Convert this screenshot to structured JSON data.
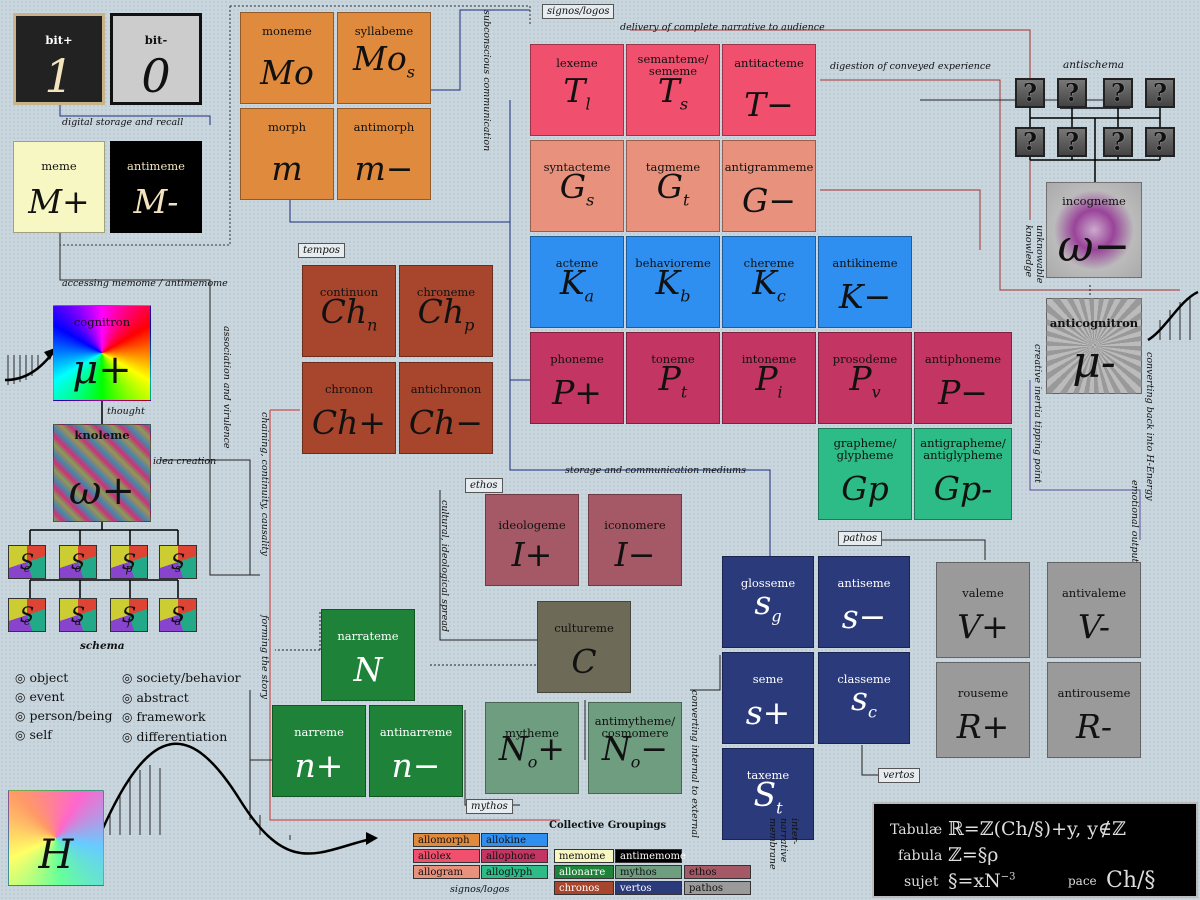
{
  "top": {
    "bit_plus": {
      "label": "bit+",
      "symbol": "1"
    },
    "bit_minus": {
      "label": "bit-",
      "symbol": "0"
    },
    "signos_logos": "signos/logos",
    "delivery": "delivery of complete narrative to audience",
    "digestion": "digestion of conveyed experience",
    "digital_storage": "digital storage and recall",
    "subconscious": "subconscious communication",
    "accessing": "accessing memome / antimemome",
    "association": "association and virulence",
    "chaining": "chaining, continuity, causality",
    "cultural": "cultural, ideological spread",
    "forming": "forming the story",
    "storage_mediums": "storage and communication mediums",
    "idea_creation": "idea creation",
    "thought": "thought",
    "converting_internal": "converting internal to external",
    "inter_narrative": "inter-narrative membrane",
    "unknowable": "unknowable knowledge",
    "creative_inertia": "creative inertia tipping point",
    "emotional_output": "emotional output",
    "converting_back": "converting back into H-Energy"
  },
  "tags": {
    "tempos": "tempos",
    "ethos": "ethos",
    "pathos": "pathos",
    "vertos": "vertos",
    "mythos": "mythos",
    "antischema": "antischema",
    "schema": "schema",
    "signos_logos_bottom": "signos/logos"
  },
  "tiles": {
    "meme": {
      "label": "meme",
      "sym": "M+"
    },
    "antimeme": {
      "label": "antimeme",
      "sym": "M-"
    },
    "moneme": {
      "label": "moneme",
      "sym": "Mo"
    },
    "syllabeme": {
      "label": "syllabeme",
      "sym": "Mo",
      "sub": "s"
    },
    "morph": {
      "label": "morph",
      "sym": "m"
    },
    "antimorph": {
      "label": "antimorph",
      "sym": "m−"
    },
    "lexeme": {
      "label": "lexeme",
      "sym": "T",
      "sub": "l"
    },
    "semanteme": {
      "label": "semanteme/ sememe",
      "sym": "T",
      "sub": "s"
    },
    "antitacteme": {
      "label": "antitacteme",
      "sym": "T−"
    },
    "syntacteme": {
      "label": "syntacteme",
      "sym": "G",
      "sub": "s"
    },
    "tagmeme": {
      "label": "tagmeme",
      "sym": "G",
      "sub": "t"
    },
    "antigrammeme": {
      "label": "antigrammeme",
      "sym": "G−"
    },
    "acteme": {
      "label": "acteme",
      "sym": "K",
      "sub": "a"
    },
    "behavioreme": {
      "label": "behavioreme",
      "sym": "K",
      "sub": "b"
    },
    "chereme": {
      "label": "chereme",
      "sym": "K",
      "sub": "c"
    },
    "antikineme": {
      "label": "antikineme",
      "sym": "K−"
    },
    "phoneme": {
      "label": "phoneme",
      "sym": "P+"
    },
    "toneme": {
      "label": "toneme",
      "sym": "P",
      "sub": "t"
    },
    "intoneme": {
      "label": "intoneme",
      "sym": "P",
      "sub": "i"
    },
    "prosodeme": {
      "label": "prosodeme",
      "sym": "P",
      "sub": "v"
    },
    "antiphoneme": {
      "label": "antiphoneme",
      "sym": "P−"
    },
    "grapheme": {
      "label": "grapheme/ glypheme",
      "sym": "Gp"
    },
    "antigrapheme": {
      "label": "antigrapheme/ antiglypheme",
      "sym": "Gp-"
    },
    "continuon": {
      "label": "continuon",
      "sym": "Ch",
      "sub": "n"
    },
    "chroneme": {
      "label": "chroneme",
      "sym": "Ch",
      "sub": "p"
    },
    "chronon": {
      "label": "chronon",
      "sym": "Ch+"
    },
    "antichronon": {
      "label": "antichronon",
      "sym": "Ch−"
    },
    "ideologeme": {
      "label": "ideologeme",
      "sym": "I+"
    },
    "iconomere": {
      "label": "iconomere",
      "sym": "I−"
    },
    "cultureme": {
      "label": "cultureme",
      "sym": "C"
    },
    "narrateme": {
      "label": "narrateme",
      "sym": "N"
    },
    "narreme": {
      "label": "narreme",
      "sym": "n+"
    },
    "antinarreme": {
      "label": "antinarreme",
      "sym": "n−"
    },
    "mytheme": {
      "label": "mytheme",
      "sym": "N",
      "sub": "o",
      "suffix": "+"
    },
    "antimytheme": {
      "label": "antimytheme/ cosmomere",
      "sym": "N",
      "sub": "o",
      "suffix": "−"
    },
    "glosseme": {
      "label": "glosseme",
      "sym": "s",
      "sub": "g"
    },
    "antiseme": {
      "label": "antiseme",
      "sym": "s−"
    },
    "seme": {
      "label": "seme",
      "sym": "s+"
    },
    "classeme": {
      "label": "classeme",
      "sym": "s",
      "sub": "c"
    },
    "taxeme": {
      "label": "taxeme",
      "sym": "S",
      "sub": "t"
    },
    "valeme": {
      "label": "valeme",
      "sym": "V+"
    },
    "antivaleme": {
      "label": "antivaleme",
      "sym": "V-"
    },
    "rouseme": {
      "label": "rouseme",
      "sym": "R+"
    },
    "antirouseme": {
      "label": "antirouseme",
      "sym": "R-"
    },
    "cognitron": {
      "label": "cognitron",
      "sym": "μ+"
    },
    "knoleme": {
      "label": "knoleme",
      "sym": "ω+"
    },
    "incogneme": {
      "label": "incogneme",
      "sym": "ω−"
    },
    "anticognitron": {
      "label": "anticognitron",
      "sym": "μ-"
    },
    "h": {
      "sym": "H"
    }
  },
  "schema_cells": [
    {
      "sym": "S",
      "sub": "e"
    },
    {
      "sym": "S",
      "sub": "o"
    },
    {
      "sym": "S",
      "sub": "p"
    },
    {
      "sym": "S",
      "sub": "s"
    },
    {
      "sym": "S",
      "sub": "c"
    },
    {
      "sym": "S",
      "sub": "a"
    },
    {
      "sym": "S",
      "sub": "f"
    },
    {
      "sym": "S",
      "sub": "d"
    }
  ],
  "qmark": "?",
  "legend": [
    "object",
    "event",
    "person/being",
    "self",
    "society/behavior",
    "abstract",
    "framework",
    "differentiation"
  ],
  "legend_bullet": "◎",
  "collective": {
    "title": "Collective Groupings",
    "items": [
      {
        "label": "allomorph",
        "color": "#e08a3e"
      },
      {
        "label": "allokine",
        "color": "#2f8ff0"
      },
      {
        "label": "allolex",
        "color": "#f04f6d"
      },
      {
        "label": "allophone",
        "color": "#c33563"
      },
      {
        "label": "memome",
        "color": "#f7f7c4"
      },
      {
        "label": "antimemome",
        "color": "#000000"
      },
      {
        "label": "allogram",
        "color": "#e8917c"
      },
      {
        "label": "alloglyph",
        "color": "#2dbb87"
      },
      {
        "label": "allonarre",
        "color": "#1e8238"
      },
      {
        "label": "mythos",
        "color": "#6f9d80"
      },
      {
        "label": "ethos",
        "color": "#a55966"
      },
      {
        "label": "chronos",
        "color": "#a8452d"
      },
      {
        "label": "vertos",
        "color": "#2b3a7a"
      },
      {
        "label": "pathos",
        "color": "#9a9a9a"
      }
    ]
  },
  "formula": {
    "tabulae_key": "Tabulæ",
    "tabulae_val": "ℝ=ℤ(Ch/§)+y, y∉ℤ",
    "fabula_key": "fabula",
    "fabula_val": "ℤ=§ρ",
    "sujet_key": "sujet",
    "sujet_val": "§=xN",
    "sujet_exp": "−3",
    "pace_key": "pace",
    "pace_val": "Ch/§"
  }
}
